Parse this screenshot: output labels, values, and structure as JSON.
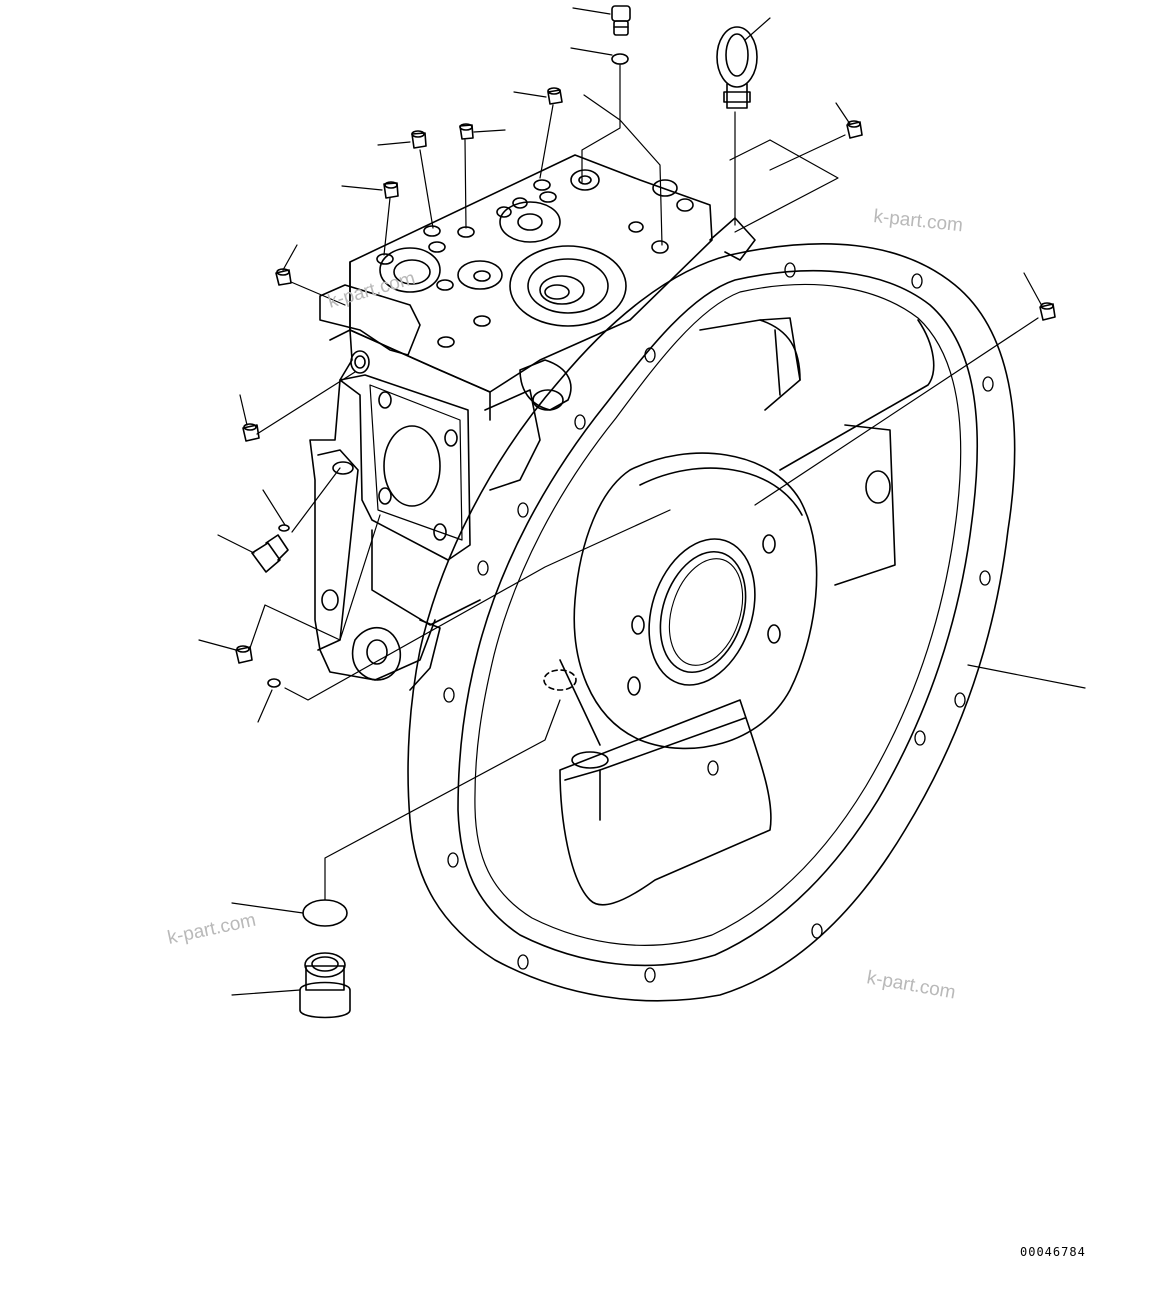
{
  "drawing": {
    "part_number": "00046784",
    "watermarks": [
      "k-part.com",
      "k-part.com",
      "k-part.com",
      "k-part.com"
    ]
  },
  "colors": {
    "line": "#000000",
    "watermark": "#b9b9b9",
    "background": "#ffffff"
  }
}
